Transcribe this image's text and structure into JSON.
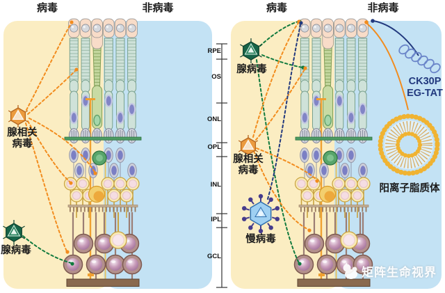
{
  "labels": {
    "panel1_virus": "病毒",
    "panel1_nonvirus": "非病毒",
    "panel2_virus": "病毒",
    "panel2_nonvirus": "非病毒",
    "aav1_l1": "腺相关",
    "aav1_l2": "病毒",
    "adeno1": "腺病毒",
    "adeno2": "腺病毒",
    "aav2_l1": "腺相关",
    "aav2_l2": "病毒",
    "lenti": "慢病毒",
    "ck30p_l1": "CK30P",
    "ck30p_l2": "EG-TAT",
    "liposome": "阳离子脂质体",
    "watermark": "矩阵生命视界"
  },
  "layers": {
    "rpe": "RPE",
    "os": "OS",
    "onl": "ONL",
    "opl": "OPL",
    "inl": "INL",
    "ipl": "IPL",
    "gcl": "GCL"
  },
  "delivery_routes": [
    {
      "agent": "腺相关病毒",
      "panel": "病毒-左图",
      "arrow_color": "orange-dashed",
      "targets": [
        "RPE",
        "OS",
        "OPL",
        "INL",
        "GCL"
      ]
    },
    {
      "agent": "腺病毒",
      "panel": "病毒-左图",
      "arrow_color": "green-dashed",
      "targets": [
        "GCL"
      ]
    },
    {
      "agent": "腺病毒",
      "panel": "病毒-右图",
      "arrow_color": "green-dashed",
      "targets": [
        "RPE",
        "OS",
        "GCL"
      ]
    },
    {
      "agent": "腺相关病毒",
      "panel": "病毒-右图",
      "arrow_color": "orange-dashed",
      "targets": [
        "RPE",
        "OS",
        "INL",
        "GCL"
      ]
    },
    {
      "agent": "慢病毒",
      "panel": "病毒-右图",
      "arrow_color": "navy-dashed",
      "targets": [
        "RPE"
      ]
    },
    {
      "agent": "CK30P EG-TAT",
      "panel": "非病毒-右图",
      "arrow_color": "navy-solid",
      "targets": [
        "RPE"
      ]
    },
    {
      "agent": "阳离子脂质体",
      "panel": "非病毒-右图",
      "arrow_color": "orange-solid",
      "targets": [
        "RPE"
      ]
    }
  ],
  "colors": {
    "orange": "#f28c1e",
    "green": "#117a3e",
    "navy": "#22397e",
    "panel_yellow": "#fbedc2",
    "panel_blue": "#c3e2f4",
    "liposome_dot": "#f0b332",
    "coil_blue": "#6b86c9"
  }
}
